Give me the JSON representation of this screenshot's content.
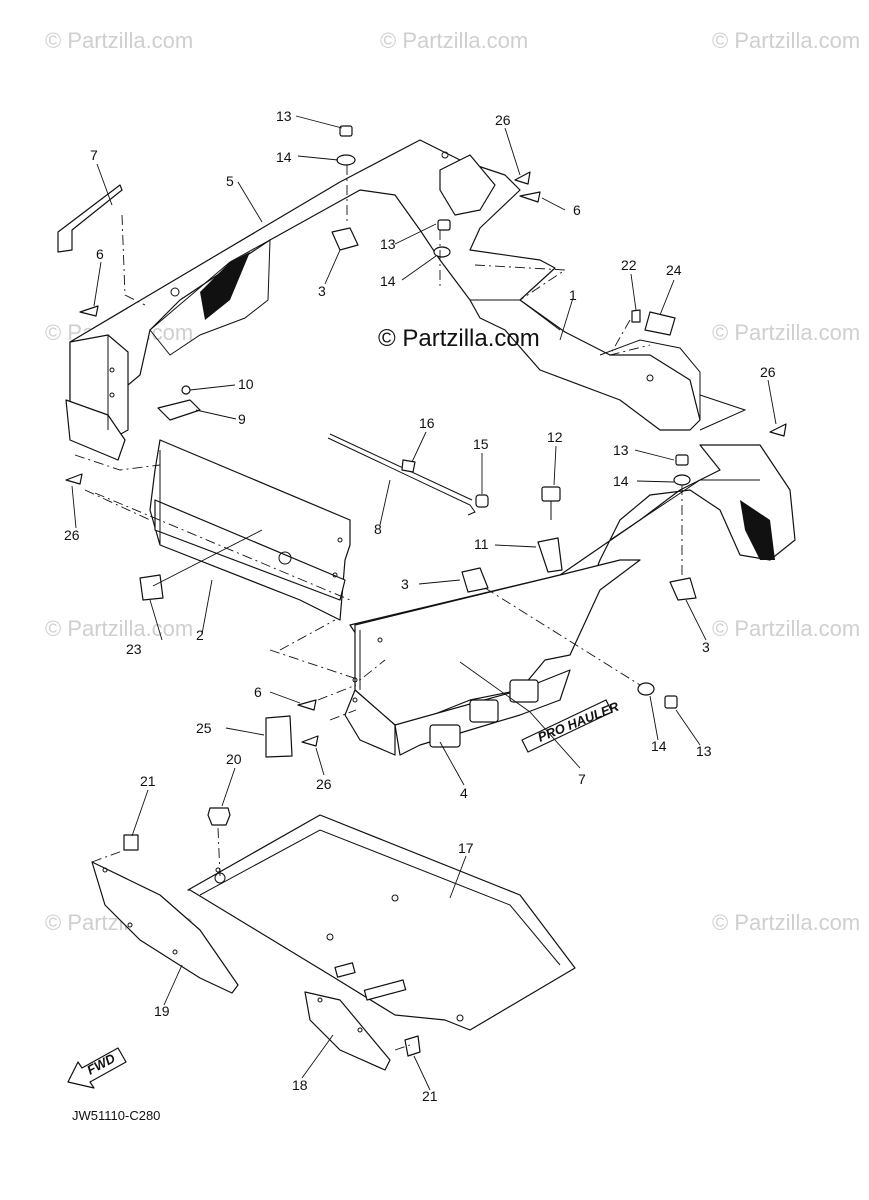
{
  "watermarks": {
    "corner": "© Partzilla.com",
    "center": "© Partzilla.com"
  },
  "diagram_code": "JW51110-C280",
  "fwd_label": "FWD",
  "decal_text": "PRO HAULER",
  "callouts": {
    "c1": "1",
    "c2": "2",
    "c3a": "3",
    "c3b": "3",
    "c3c": "3",
    "c4": "4",
    "c5": "5",
    "c6a": "6",
    "c6b": "6",
    "c6c": "6",
    "c7a": "7",
    "c7b": "7",
    "c8": "8",
    "c9": "9",
    "c10": "10",
    "c11": "11",
    "c12": "12",
    "c13a": "13",
    "c13b": "13",
    "c13c": "13",
    "c13d": "13",
    "c14a": "14",
    "c14b": "14",
    "c14c": "14",
    "c14d": "14",
    "c15": "15",
    "c16": "16",
    "c17": "17",
    "c18": "18",
    "c19": "19",
    "c20": "20",
    "c21a": "21",
    "c21b": "21",
    "c22": "22",
    "c23": "23",
    "c24": "24",
    "c25": "25",
    "c26a": "26",
    "c26b": "26",
    "c26c": "26",
    "c26d": "26"
  }
}
